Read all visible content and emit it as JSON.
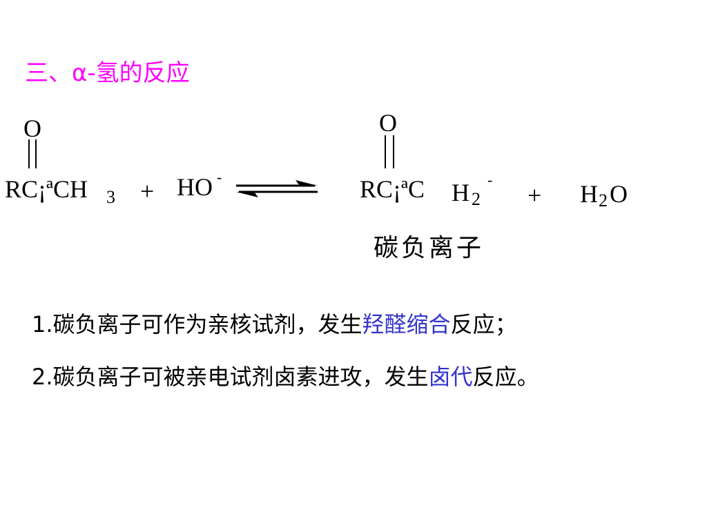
{
  "title": "三、α-氢的反应",
  "reactant": {
    "oxygen": "O",
    "formula": "RC¡ªCH",
    "subscript": "3"
  },
  "plus1": "+",
  "hydroxide": {
    "text": "HO",
    "charge": "-"
  },
  "product": {
    "oxygen": "O",
    "formula": "RC¡ªC",
    "h": "H",
    "subscript": "2",
    "charge": "-"
  },
  "plus2": "+",
  "water": {
    "h": "H",
    "subscript": "2",
    "o": "O"
  },
  "caption": "碳负离子",
  "line1": {
    "prefix": "1.碳负离子可作为亲核试剂，发生",
    "highlight": "羟醛缩合",
    "suffix": "反应；"
  },
  "line2": {
    "prefix": "2.碳负离子可被亲电试剂卤素进攻，发生",
    "highlight": "卤代",
    "suffix": "反应。"
  },
  "colors": {
    "title": "#ff00ff",
    "highlight": "#3333cc",
    "text": "#000000"
  },
  "icons": [
    "equilibrium-arrows-icon",
    "double-bond-icon"
  ]
}
